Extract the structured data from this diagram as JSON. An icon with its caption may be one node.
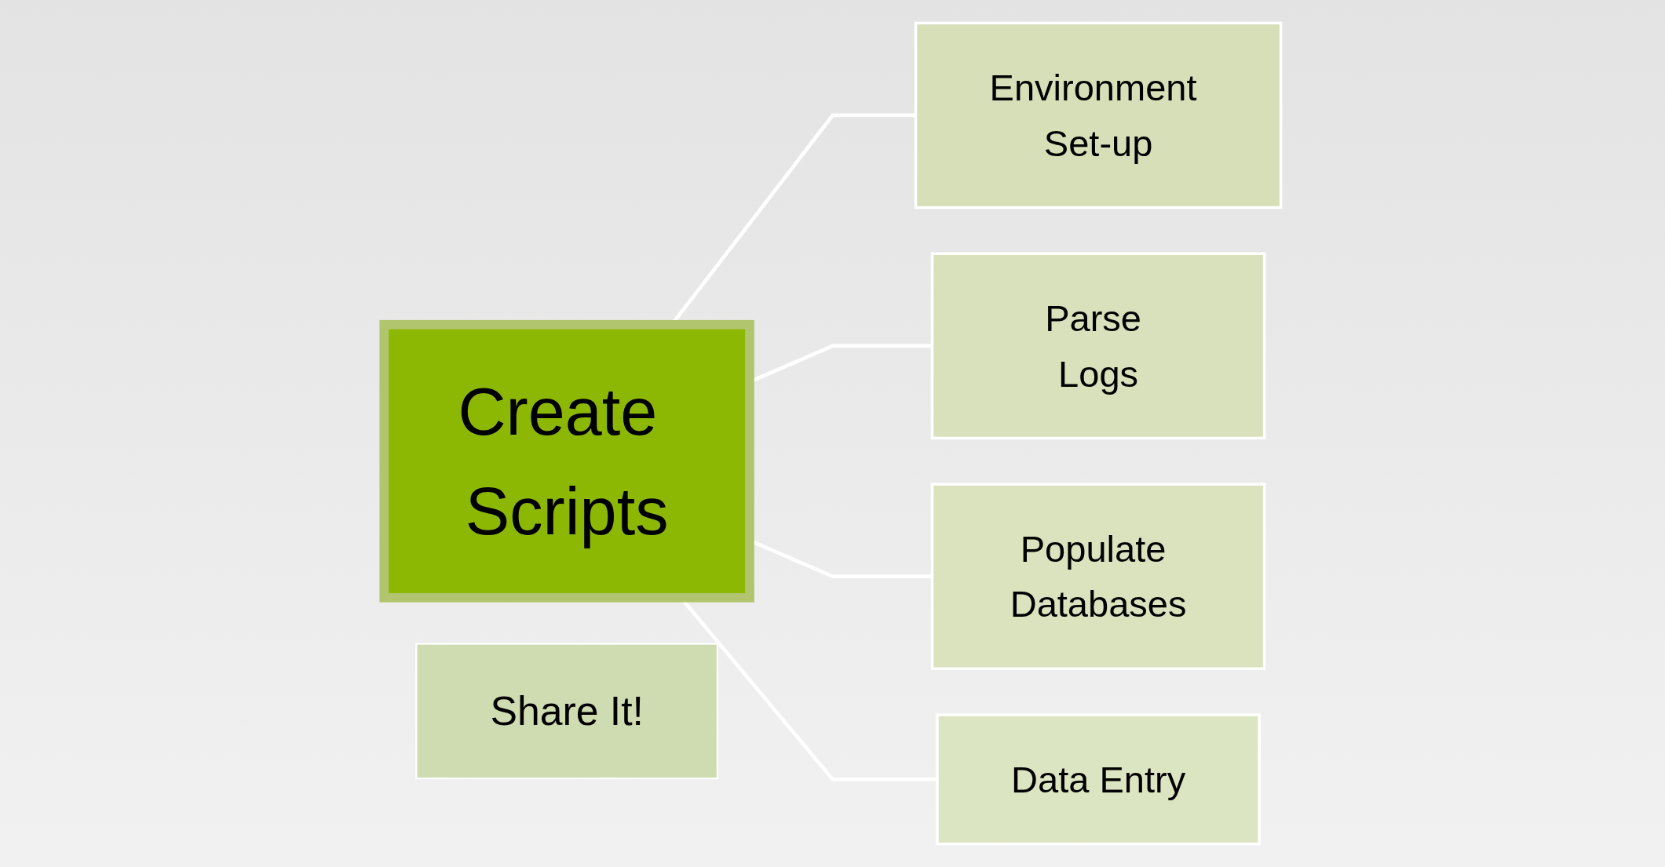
{
  "diagram": {
    "nodes": [
      {
        "text": [
          "Create Scripts"
        ]
      },
      {
        "text": [
          "Environment Set-up"
        ]
      },
      {
        "text": [
          "Parse Logs"
        ]
      },
      {
        "text": [
          "Populate Databases"
        ]
      },
      {
        "text": [
          "Data Entry"
        ]
      },
      {
        "text": [
          "Share It!"
        ]
      }
    ],
    "edges": [
      {
        "from": 0,
        "to": 1,
        "arrow": "none"
      },
      {
        "from": 0,
        "to": 2,
        "arrow": "none"
      },
      {
        "from": 0,
        "to": 3,
        "arrow": "none"
      },
      {
        "from": 0,
        "to": 4,
        "arrow": "none"
      }
    ]
  }
}
